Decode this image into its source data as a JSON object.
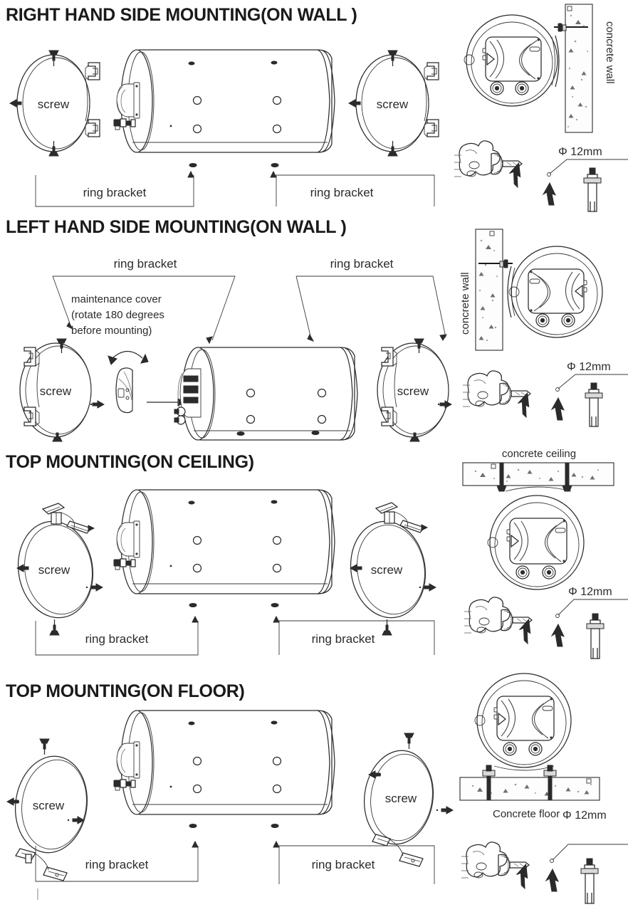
{
  "document": {
    "title": "Water heater mounting instructions",
    "sections": [
      {
        "id": "right-hand-wall",
        "heading": "RIGHT HAND SIDE MOUNTING(ON WALL )",
        "left_bracket_label": "screw",
        "right_bracket_label": "screw",
        "callout_left": "ring bracket",
        "callout_right": "ring bracket",
        "surface_label": "concrete wall",
        "drill_dim": "Φ 12mm"
      },
      {
        "id": "left-hand-wall",
        "heading": "LEFT HAND SIDE MOUNTING(ON WALL )",
        "left_bracket_label": "screw",
        "right_bracket_label": "screw",
        "callout_left": "ring bracket",
        "callout_right": "ring bracket",
        "note_line1": "maintenance cover",
        "note_line2": "(rotate 180 degrees",
        "note_line3": "before mounting)",
        "surface_label": "concrete wall",
        "drill_dim": "Φ 12mm"
      },
      {
        "id": "top-ceiling",
        "heading": "TOP MOUNTING(ON CEILING)",
        "left_bracket_label": "screw",
        "right_bracket_label": "screw",
        "callout_left": "ring bracket",
        "callout_right": "ring bracket",
        "surface_label": "concrete ceiling",
        "drill_dim": "Φ 12mm"
      },
      {
        "id": "top-floor",
        "heading": "TOP MOUNTING(ON FLOOR)",
        "left_bracket_label": "screw",
        "right_bracket_label": "screw",
        "callout_left": "ring bracket",
        "callout_right": "ring bracket",
        "surface_label": "Concrete floor",
        "drill_dim": "Φ 12mm"
      }
    ]
  },
  "colors": {
    "line": "#2b2b2b",
    "text": "#2b2b2b",
    "background": "#ffffff",
    "concrete_fill": "#fdfdfd",
    "shadow": "#d9d9d9"
  }
}
